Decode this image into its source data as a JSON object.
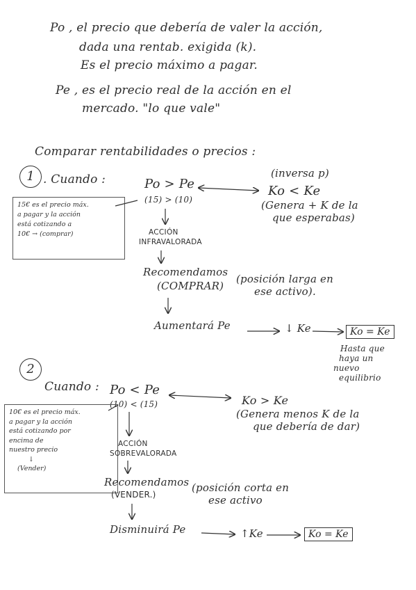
{
  "intro": {
    "po_line1": "Po , el precio que debería de valer la acción,",
    "po_line2": "dada una rentab. exigida (k).",
    "po_line3": "Es el precio máximo a pagar.",
    "pe_line1": "Pe , es el precio real de la acción en el",
    "pe_line2": "mercado.  \"lo que vale\""
  },
  "heading": "Comparar rentabilidades o precios :",
  "case1": {
    "number": "1",
    "cuando": ". Cuando :",
    "condition": "Po > Pe",
    "values": "(15) > (10)",
    "inverse": "(inversa p)",
    "k_relation": "Ko < Ke",
    "k_note1": "(Genera + K de la",
    "k_note2": "que esperabas)",
    "side_note": [
      "15€ es el precio máx.",
      "a pagar y la acción",
      "está cotizando a",
      "10€ → (comprar)"
    ],
    "accion1": "ACCIÓN",
    "accion2": "INFRAVALORADA",
    "recom1": "Recomendamos",
    "recom2": "(COMPRAR)",
    "pos1": "(posición larga en",
    "pos2": "ese activo).",
    "result": "Aumentará Pe",
    "arrow_k": "↓ Ke",
    "box": "Ko = Ke",
    "hasta1": "Hasta que",
    "hasta2": "haya un",
    "hasta3": "nuevo",
    "hasta4": "equilibrio"
  },
  "case2": {
    "number": "2",
    "cuando": "Cuando :",
    "condition": "Po < Pe",
    "values": "(10) < (15)",
    "k_relation": "Ko > Ke",
    "k_note1": "(Genera menos K de la",
    "k_note2": "que debería de dar)",
    "side_note": [
      "10€ es el precio máx.",
      "a pagar y la acción",
      "está cotizando por",
      "encima de",
      "nuestro precio",
      "↓",
      "(Vender)"
    ],
    "accion1": "ACCIÓN",
    "accion2": "SOBREVALORADA",
    "recom1": "Recomendamos",
    "recom2": "(VENDER.)",
    "pos1": "(posición corta en",
    "pos2": "ese activo",
    "result": "Disminuirá Pe",
    "arrow_k": "↑Ke",
    "box": "Ko = Ke"
  }
}
